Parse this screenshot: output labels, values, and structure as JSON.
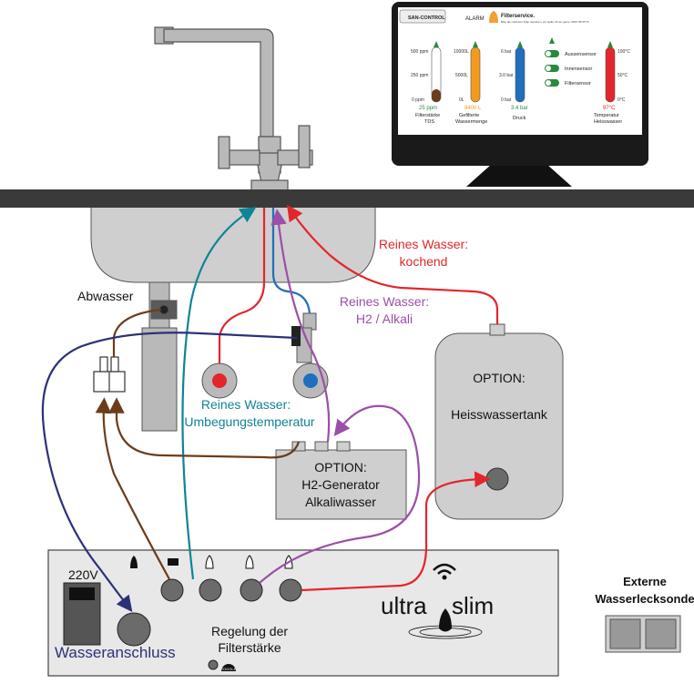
{
  "colors": {
    "red": "#e3262b",
    "blue": "#1f6fbe",
    "teal": "#0f8496",
    "purple": "#9b4fa8",
    "brown": "#6b3d1b",
    "navy": "#2b3178",
    "gray": "#cfcfcf",
    "counter": "#3a3a3a"
  },
  "labels": {
    "abwasser": "Abwasser",
    "reines_kochend_1": "Reines Wasser:",
    "reines_kochend_2": "kochend",
    "reines_h2_1": "Reines Wasser:",
    "reines_h2_2": "H2 / Alkali",
    "reines_umgebung_1": "Reines Wasser:",
    "reines_umgebung_2": "Umbegungstemperatur",
    "option_tank_1": "OPTION:",
    "option_tank_2": "Heisswassertank",
    "option_h2_1": "OPTION:",
    "option_h2_2": "H2-Generator",
    "option_h2_3": "Alkaliwasser",
    "v220": "220V",
    "wasseranschluss": "Wasseranschluss",
    "regelung_1": "Regelung der",
    "regelung_2": "Filterstärke",
    "toggle": "TOGGLE",
    "ultra": "ultra",
    "slim": "slim",
    "externe_1": "Externe",
    "externe_2": "Wasserlecksonde"
  },
  "monitor": {
    "brand": "SAN-CONTROL",
    "alarm": "ALARM",
    "service_title": "Filterservice.",
    "service_sub": "Bitte die nächsten Filter tauschen, wir helfen Ihnen gerne: 0815 3970773",
    "tds": {
      "top": "500 ppm",
      "mid": "250 ppm",
      "bot": "0 ppm",
      "value": "25 ppm",
      "name1": "Filterstärke",
      "name2": "TDS"
    },
    "menge": {
      "top": "10000L",
      "mid": "5000L",
      "bot": "0L",
      "value": "8400 L",
      "name1": "Gefilterte",
      "name2": "Wassermenge"
    },
    "druck": {
      "top": "6 bar",
      "mid": "3.0 bar",
      "bot": "0 bar",
      "value": "3.4 bar",
      "name1": "Druck"
    },
    "sensors": [
      "Aussensensor",
      "Innensensor",
      "Filtersensor"
    ],
    "temp": {
      "top": "100°C",
      "mid": "50°C",
      "bot": "0°C",
      "value": "97°C",
      "name1": "Temperatur",
      "name2": "Heisswasser"
    }
  }
}
